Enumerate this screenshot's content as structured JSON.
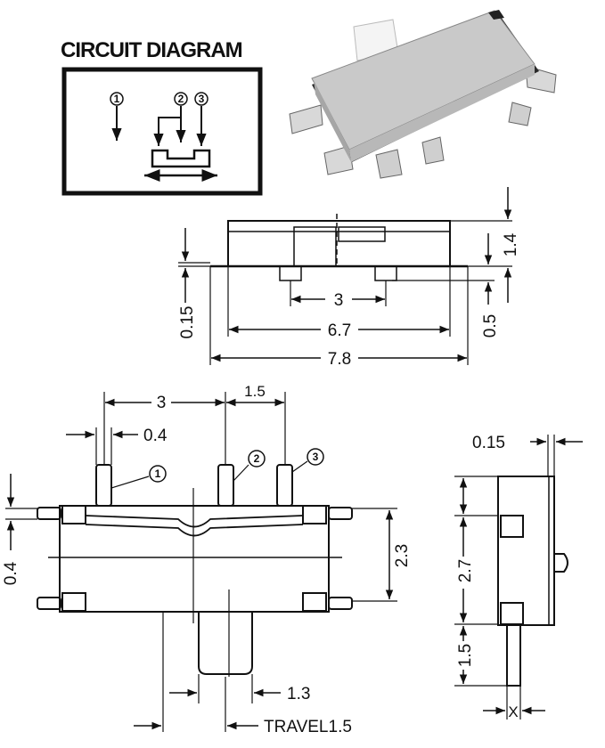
{
  "circuit_diagram": {
    "title": "CIRCUIT DIAGRAM",
    "pins": [
      "1",
      "2",
      "3"
    ]
  },
  "side_view": {
    "dims": {
      "body_height": "1.4",
      "lead_thickness": "0.15",
      "pin_pitch": "3",
      "body_length": "6.7",
      "overall_length": "7.8",
      "standoff": "0.5"
    }
  },
  "top_view": {
    "dims": {
      "pitch_1_2": "3",
      "pitch_2_3": "1.5",
      "pin_width": "0.4",
      "lead_width": "0.4",
      "body_width": "2.3",
      "actuator_width": "1.3",
      "travel": "TRAVEL1.5"
    },
    "pin_labels": [
      "1",
      "2",
      "3"
    ]
  },
  "end_view": {
    "dims": {
      "thickness": "0.15",
      "width": "2.7",
      "actuator_height": "1.5",
      "unknown": "X"
    }
  }
}
